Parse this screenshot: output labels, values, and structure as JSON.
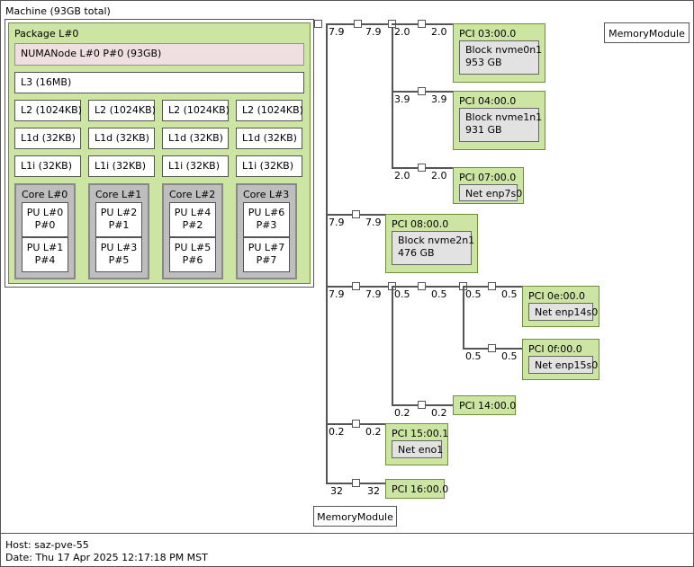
{
  "machine": {
    "title": "Machine (93GB total)",
    "package": {
      "title": "Package L#0",
      "numanode": "NUMANode L#0 P#0 (93GB)",
      "l3": "L3 (16MB)",
      "l2": [
        "L2 (1024KB)",
        "L2 (1024KB)",
        "L2 (1024KB)",
        "L2 (1024KB)"
      ],
      "l1d": [
        "L1d (32KB)",
        "L1d (32KB)",
        "L1d (32KB)",
        "L1d (32KB)"
      ],
      "l1i": [
        "L1i (32KB)",
        "L1i (32KB)",
        "L1i (32KB)",
        "L1i (32KB)"
      ],
      "cores": [
        {
          "title": "Core L#0",
          "pus": [
            {
              "l": "PU L#0",
              "p": "P#0"
            },
            {
              "l": "PU L#1",
              "p": "P#4"
            }
          ]
        },
        {
          "title": "Core L#1",
          "pus": [
            {
              "l": "PU L#2",
              "p": "P#1"
            },
            {
              "l": "PU L#3",
              "p": "P#5"
            }
          ]
        },
        {
          "title": "Core L#2",
          "pus": [
            {
              "l": "PU L#4",
              "p": "P#2"
            },
            {
              "l": "PU L#5",
              "p": "P#6"
            }
          ]
        },
        {
          "title": "Core L#3",
          "pus": [
            {
              "l": "PU L#6",
              "p": "P#3"
            },
            {
              "l": "PU L#7",
              "p": "P#7"
            }
          ]
        }
      ]
    }
  },
  "memory_modules": [
    {
      "label": "MemoryModule"
    },
    {
      "label": "MemoryModule"
    }
  ],
  "pci_tree": {
    "bandwidths": {
      "trunk_1_left": "7.9",
      "trunk_1_right": "7.9",
      "b03_left": "2.0",
      "b03_right": "2.0",
      "b04_left": "3.9",
      "b04_right": "3.9",
      "b07_left": "2.0",
      "b07_right": "2.0",
      "trunk_2_left": "7.9",
      "trunk_2_right": "7.9",
      "trunk_3_left": "7.9",
      "trunk_3_right": "7.9",
      "sw_left": "0.5",
      "sw_right": "0.5",
      "b0e_left": "0.5",
      "b0e_right": "0.5",
      "b0f_left": "0.5",
      "b0f_right": "0.5",
      "b14_left": "0.2",
      "b14_right": "0.2",
      "b15_left": "0.2",
      "b15_right": "0.2",
      "b16_left": "32",
      "b16_right": "32"
    },
    "devices": [
      {
        "id": "pci-03",
        "title": "PCI 03:00.0",
        "osdev": {
          "name": "Block nvme0n1",
          "size": "953 GB"
        }
      },
      {
        "id": "pci-04",
        "title": "PCI 04:00.0",
        "osdev": {
          "name": "Block nvme1n1",
          "size": "931 GB"
        }
      },
      {
        "id": "pci-07",
        "title": "PCI 07:00.0",
        "osdev": {
          "name": "Net enp7s0",
          "size": ""
        }
      },
      {
        "id": "pci-08",
        "title": "PCI 08:00.0",
        "osdev": {
          "name": "Block nvme2n1",
          "size": "476 GB"
        }
      },
      {
        "id": "pci-0e",
        "title": "PCI 0e:00.0",
        "osdev": {
          "name": "Net enp14s0",
          "size": ""
        }
      },
      {
        "id": "pci-0f",
        "title": "PCI 0f:00.0",
        "osdev": {
          "name": "Net enp15s0",
          "size": ""
        }
      },
      {
        "id": "pci-14",
        "title": "PCI 14:00.0",
        "osdev": null
      },
      {
        "id": "pci-15",
        "title": "PCI 15:00.1",
        "osdev": {
          "name": "Net eno1",
          "size": ""
        }
      },
      {
        "id": "pci-16",
        "title": "PCI 16:00.0",
        "osdev": null
      }
    ]
  },
  "footer": {
    "host": "Host: saz-pve-55",
    "date": "Date: Thu 17 Apr 2025 12:17:18 PM MST"
  },
  "colors": {
    "package_fill": "#cde5a2",
    "package_border": "#6f8f3f",
    "numa_fill": "#efdfe0",
    "core_fill": "#bebebe",
    "osdev_fill": "#e2e2e2",
    "line": "#555555",
    "background": "#ffffff"
  }
}
